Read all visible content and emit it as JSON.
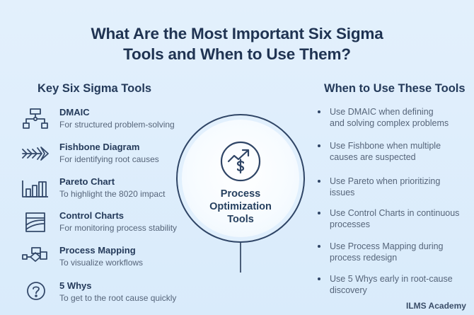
{
  "title": {
    "line1": "What Are the Most Important Six Sigma",
    "line2": "Tools and When to Use Them?"
  },
  "left_panel": {
    "heading": "Key Six Sigma Tools",
    "tools": [
      {
        "icon": "hierarchy-icon",
        "name": "DMAIC",
        "description": "For structured problem-solving"
      },
      {
        "icon": "fishbone-icon",
        "name": "Fishbone Diagram",
        "description": "For identifying root causes"
      },
      {
        "icon": "bar-chart-icon",
        "name": "Pareto Chart",
        "description": "To highlight the 8020 impact"
      },
      {
        "icon": "control-chart-icon",
        "name": "Control Charts",
        "description": "For monitoring process stability"
      },
      {
        "icon": "process-map-icon",
        "name": "Process Mapping",
        "description": "To visualize workflows"
      },
      {
        "icon": "question-circle-icon",
        "name": "5 Whys",
        "description": "To get to the root cause quickly"
      }
    ]
  },
  "center": {
    "icon": "dollar-growth-icon",
    "line1": "Process",
    "line2": "Optimization",
    "line3": "Tools"
  },
  "right_panel": {
    "heading": "When to Use These Tools",
    "items": [
      {
        "line1": "Use DMAIC when defining",
        "line2": "and solving complex problems"
      },
      {
        "line1": "Use Fishbone when multiple",
        "line2": "causes are suspected"
      },
      {
        "line1": "Use Pareto when prioritizing",
        "line2": "issues"
      },
      {
        "line1": "Use Control Charts in continuous",
        "line2": "processes"
      },
      {
        "line1": "Use Process Mapping during",
        "line2": "process redesign"
      },
      {
        "line1": "Use 5 Whys early in root-cause",
        "line2": "discovery"
      }
    ]
  },
  "brand": "ILMS Academy",
  "colors": {
    "background": "#ddedfb",
    "primary_text": "#1f3352",
    "secondary_text": "#56657a",
    "stroke": "#2f4566"
  }
}
